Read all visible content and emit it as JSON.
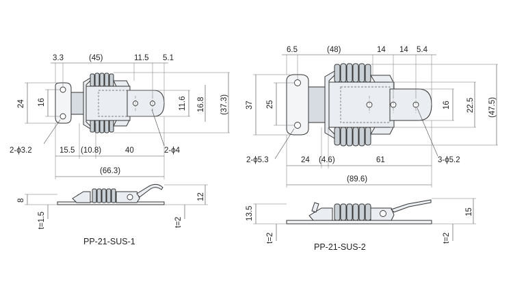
{
  "models": {
    "left": {
      "name": "PP-21-SUS-1",
      "top_dims": [
        "3.3",
        "(45)",
        "11.5",
        "5.1"
      ],
      "left_dims": [
        "24",
        "16"
      ],
      "right_dims": [
        "11.6",
        "16.8",
        "(37.3)"
      ],
      "bottom_dims": [
        "15.5",
        "(10.8)",
        "40",
        "(66.3)"
      ],
      "hole_labels": [
        "2-ϕ3.2",
        "2-ϕ4"
      ],
      "side_dims": [
        "8",
        "t=1.5",
        "12",
        "t=2"
      ]
    },
    "right": {
      "name": "PP-21-SUS-2",
      "top_dims": [
        "6.5",
        "(48)",
        "14",
        "14",
        "5.4"
      ],
      "left_dims": [
        "37",
        "25"
      ],
      "right_dims": [
        "16",
        "22.5",
        "(47.5)"
      ],
      "bottom_dims": [
        "24",
        "(4.6)",
        "61",
        "(89.6)"
      ],
      "hole_labels": [
        "2-ϕ5.3",
        "3-ϕ5.2"
      ],
      "side_dims": [
        "13.5",
        "t=2",
        "15",
        "t=2"
      ]
    }
  }
}
